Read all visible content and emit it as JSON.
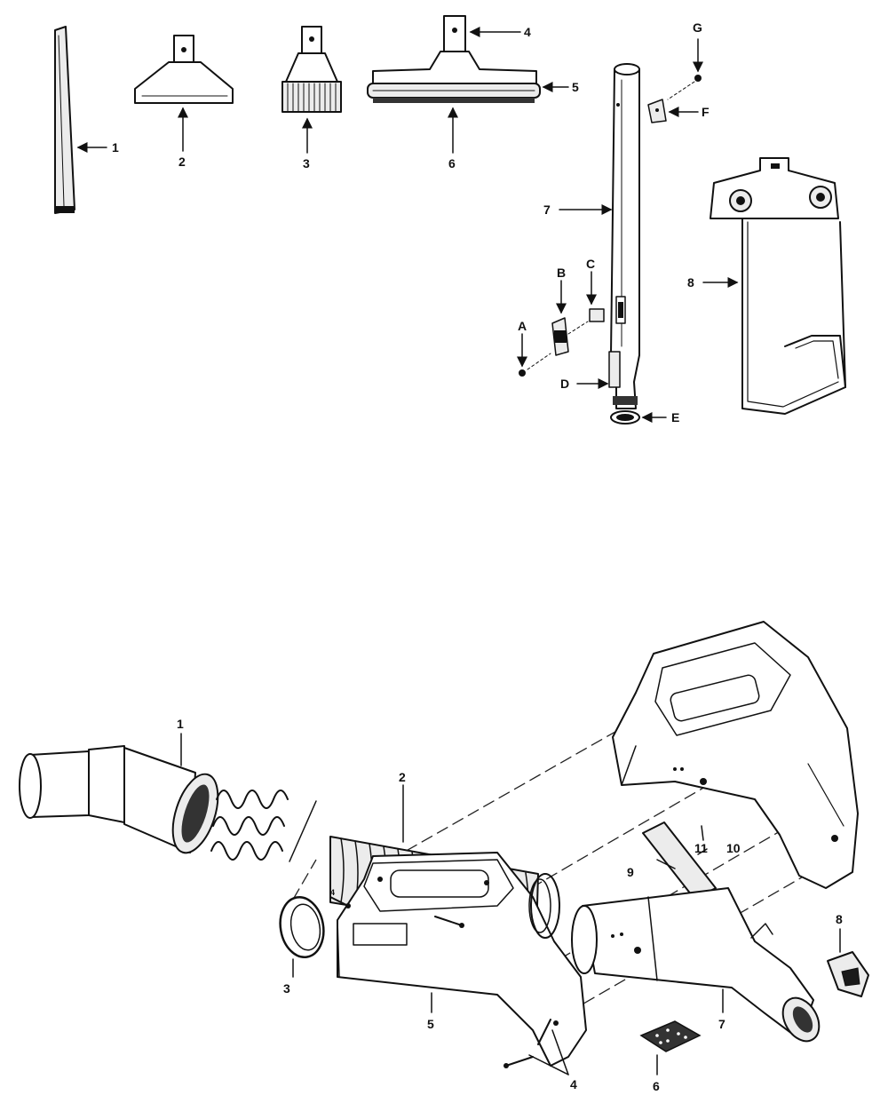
{
  "upper_diagram": {
    "callouts": [
      {
        "id": "crevice-tool",
        "label": "1"
      },
      {
        "id": "upholstery-tool",
        "label": "2"
      },
      {
        "id": "dusting-brush",
        "label": "3"
      },
      {
        "id": "floor-tool-neck",
        "label": "4"
      },
      {
        "id": "floor-tool-body",
        "label": "5"
      },
      {
        "id": "floor-tool-bristles",
        "label": "6"
      },
      {
        "id": "extension-wand",
        "label": "7"
      },
      {
        "id": "tool-rack",
        "label": "8"
      },
      {
        "id": "screw-a",
        "label": "A"
      },
      {
        "id": "latch-b",
        "label": "B"
      },
      {
        "id": "clip-c",
        "label": "C"
      },
      {
        "id": "latch-spring-d",
        "label": "D"
      },
      {
        "id": "ring-e",
        "label": "E"
      },
      {
        "id": "bracket-f",
        "label": "F"
      },
      {
        "id": "screw-g",
        "label": "G"
      }
    ]
  },
  "lower_diagram": {
    "callouts": [
      {
        "id": "hose-cuff",
        "label": "1"
      },
      {
        "id": "hose",
        "label": "2"
      },
      {
        "id": "collar",
        "label": "3"
      },
      {
        "id": "screw-left",
        "label": "4"
      },
      {
        "id": "screw-right",
        "label": "4"
      },
      {
        "id": "handle-half-front",
        "label": "5"
      },
      {
        "id": "filter-pad",
        "label": "6"
      },
      {
        "id": "handle-tube",
        "label": "7"
      },
      {
        "id": "end-cap",
        "label": "8"
      },
      {
        "id": "label-plate",
        "label": "9"
      },
      {
        "id": "insert-10",
        "label": "10"
      },
      {
        "id": "handle-half-rear",
        "label": "11"
      }
    ]
  }
}
